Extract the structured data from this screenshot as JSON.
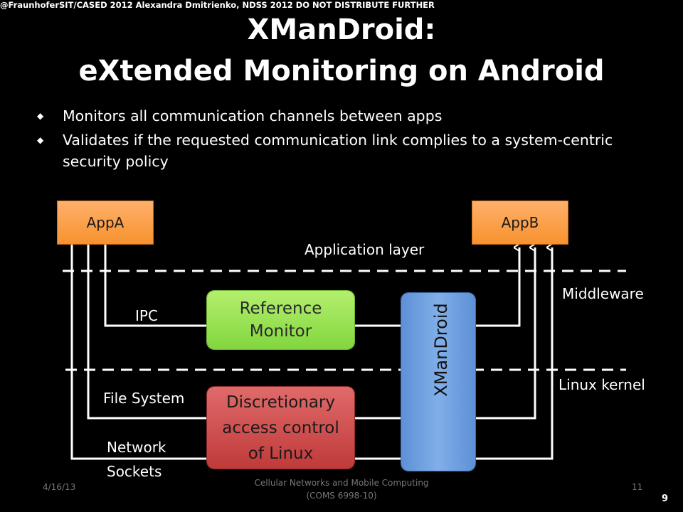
{
  "title": {
    "line1": "XManDroid:",
    "line2": "eXtended Monitoring on Android"
  },
  "bullets": [
    "Monitors all communication channels between apps",
    "Validates if the requested communication link complies to a system-centric security policy"
  ],
  "diagram": {
    "app_a": "AppA",
    "app_b": "AppB",
    "application_layer": "Application layer",
    "middleware": "Middleware",
    "linux_kernel": "Linux kernel",
    "ipc": "IPC",
    "file_system": "File System",
    "network_sockets_line1": "Network",
    "network_sockets_line2": "Sockets",
    "reference_monitor_line1": "Reference",
    "reference_monitor_line2": "Monitor",
    "dac_line1": "Discretionary",
    "dac_line2": "access control",
    "dac_line3": "of Linux",
    "xmandroid": "XManDroid"
  },
  "footer": {
    "date": "4/16/13",
    "course_line1": "Cellular Networks and Mobile Computing",
    "course_line2": "(COMS 6998-10)",
    "page": "11",
    "credit": "@FraunhoferSIT/CASED 2012 Alexandra Dmitrienko, NDSS 2012 DO NOT DISTRIBUTE FURTHER",
    "slide_number": "9"
  },
  "colors": {
    "background": "#000000",
    "app_box": "#f7922f",
    "reference_monitor": "#82d63f",
    "dac": "#c03a3a",
    "xmandroid": "#6f9fe0"
  }
}
